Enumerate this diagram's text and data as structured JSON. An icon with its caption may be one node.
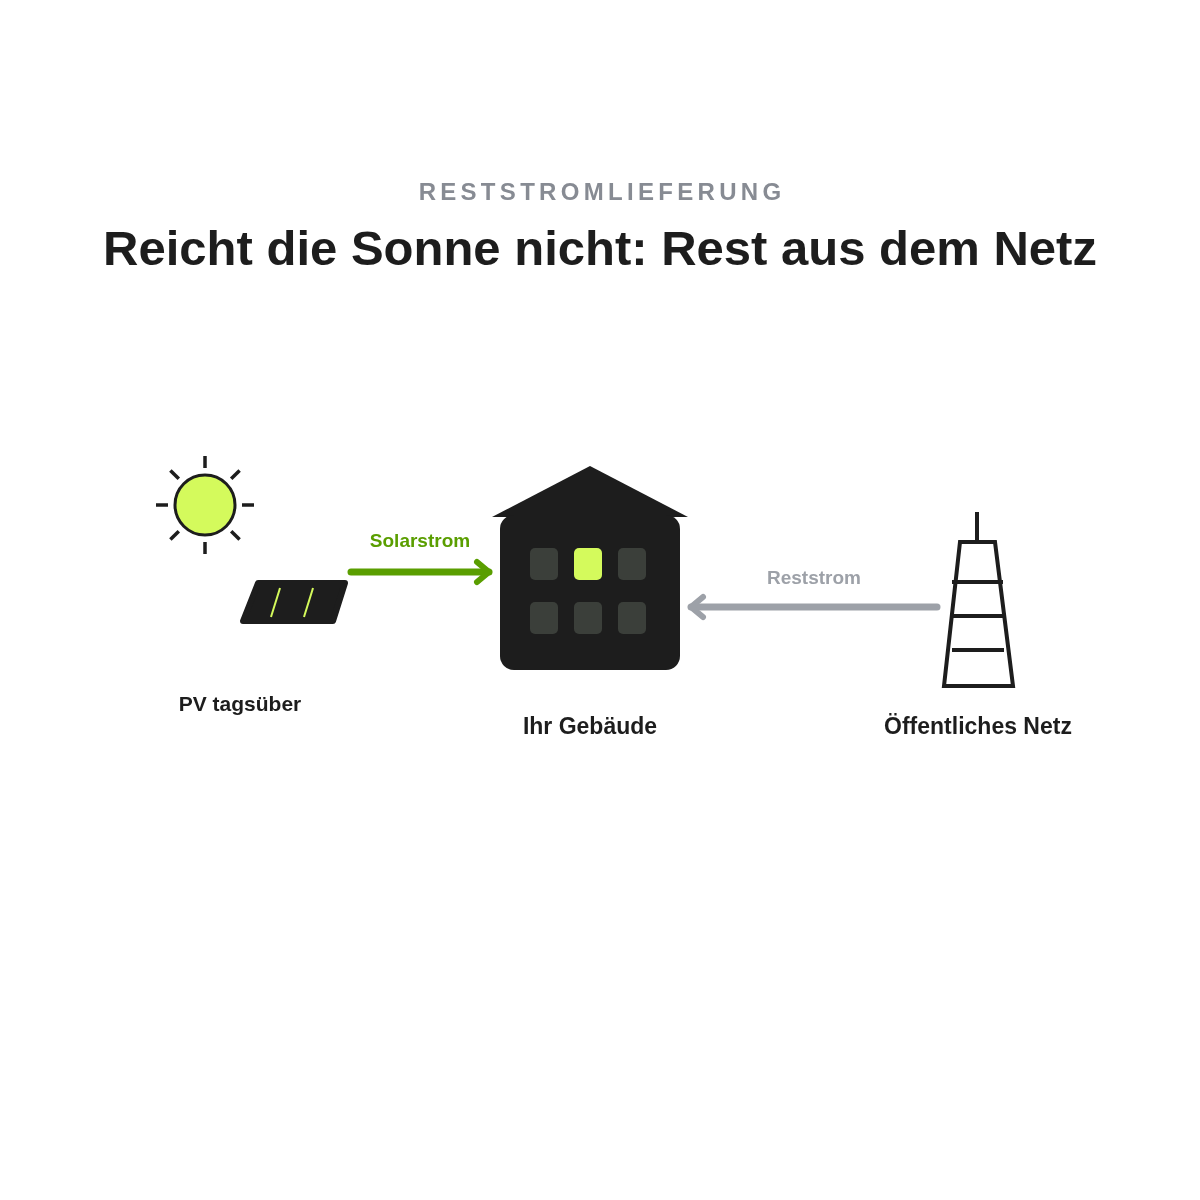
{
  "diagram": {
    "title": "Reicht die Sonne nicht: Rest aus dem Netz",
    "nodes": [
      {
        "text": [
          "PV tagsüber"
        ]
      },
      {
        "text": [
          "Ihr Gebäude"
        ]
      },
      {
        "text": [
          "Öffentliches Netz"
        ]
      }
    ],
    "edges": [
      {
        "from": 0,
        "to": 1,
        "arrow": "to",
        "label": "Solarstrom",
        "color": "#5a9e00"
      },
      {
        "from": 2,
        "to": 1,
        "arrow": "to",
        "label": "Reststrom",
        "color": "#9da1a8"
      }
    ],
    "labels": [
      "RESTSTROMLIEFERUNG"
    ]
  }
}
